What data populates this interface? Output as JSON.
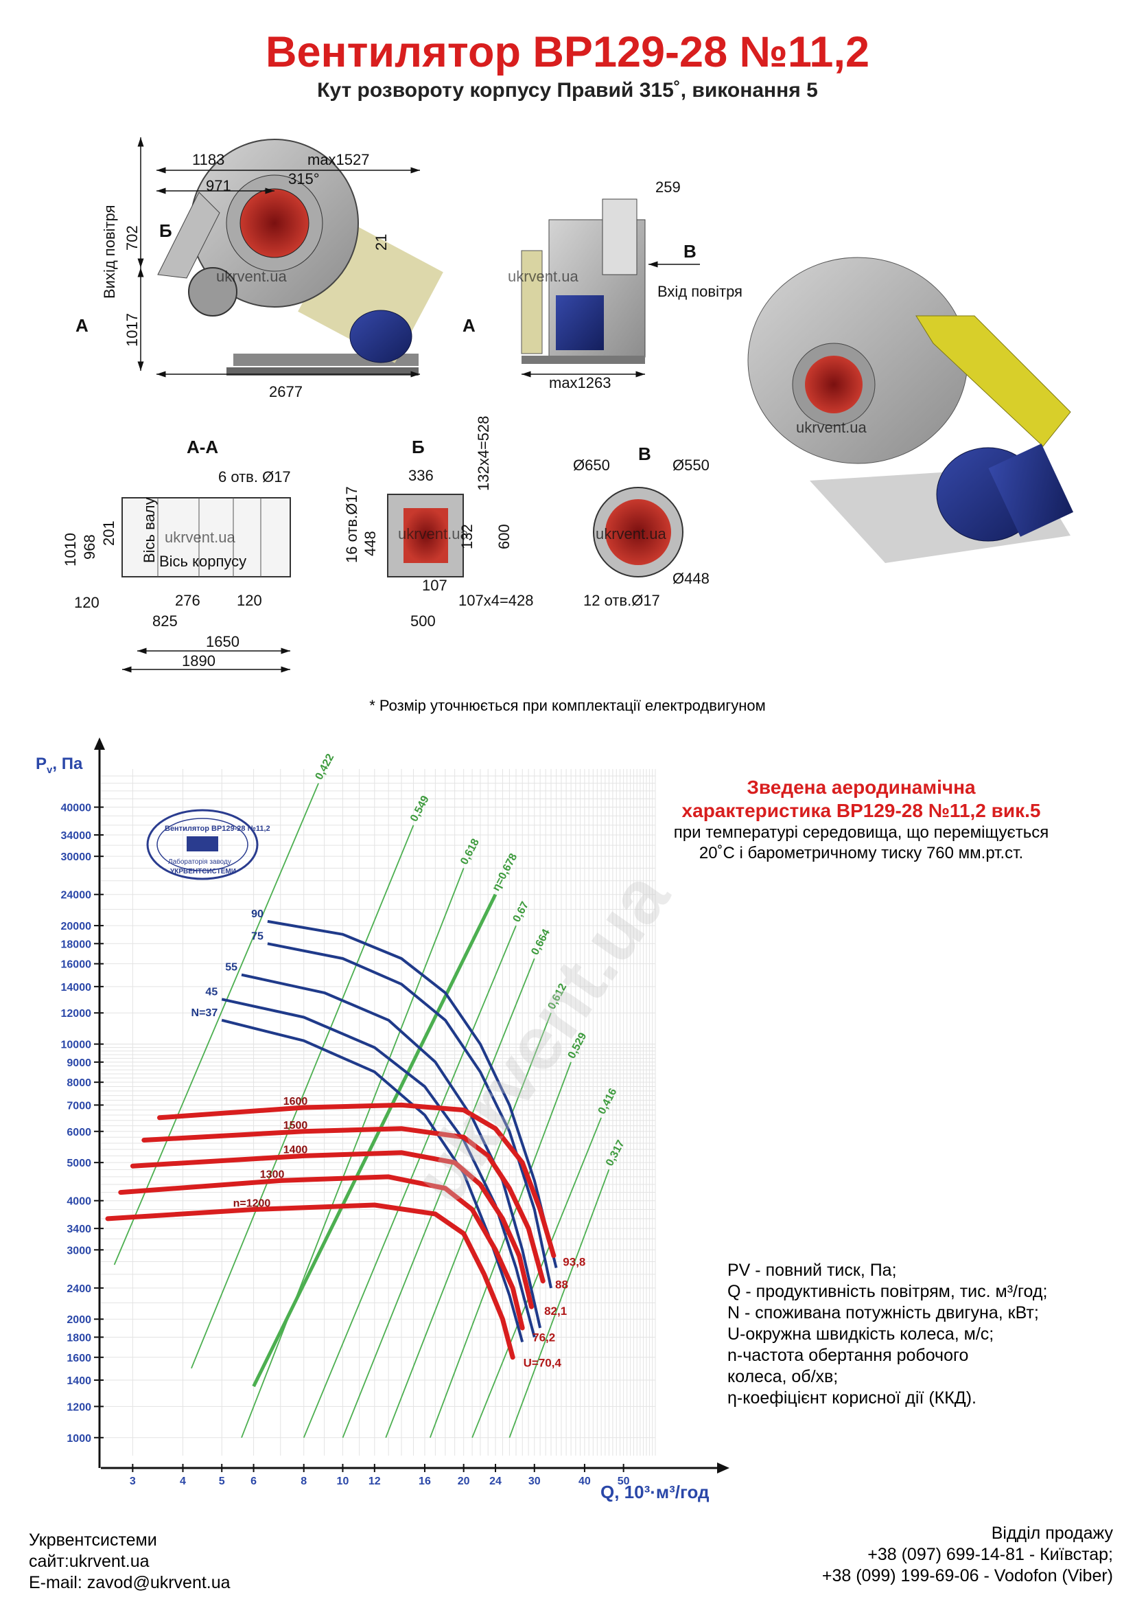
{
  "page": {
    "title": "Вентилятор ВР129-28 №11,2",
    "subtitle": "Кут розвороту корпусу Правий 315˚, виконання 5",
    "note": "* Розмір уточнюється при комплектації електродвигуном"
  },
  "drawings": {
    "front": {
      "dims": [
        "1183",
        "max1527",
        "971",
        "315°",
        "702",
        "21",
        "1017",
        "2677"
      ],
      "labels": [
        "Б",
        "А",
        "А",
        "Вихід повітря"
      ],
      "watermark": "ukrvent.ua"
    },
    "side": {
      "dims": [
        "259",
        "max1263"
      ],
      "labels": [
        "В",
        "Вхід повітря"
      ],
      "watermark": "ukrvent.ua"
    },
    "section_aa": {
      "title": "А-А",
      "dims": [
        "6 отв. Ø17",
        "1010",
        "968",
        "201",
        "120",
        "276",
        "120",
        "825",
        "1650",
        "1890"
      ],
      "labels": [
        "Вісь валу",
        "Вісь корпусу"
      ],
      "watermark": "ukrvent.ua"
    },
    "view_b": {
      "title": "Б",
      "dims": [
        "336",
        "132x4=528",
        "16 отв.Ø17",
        "448",
        "132",
        "600",
        "107",
        "107x4=428",
        "500"
      ],
      "watermark": "ukrvent.ua"
    },
    "view_v": {
      "title": "В",
      "dims": [
        "Ø650",
        "Ø550",
        "Ø448",
        "12 отв.Ø17"
      ],
      "watermark": "ukrvent.ua"
    },
    "render3d": {
      "watermark": "ukrvent.ua"
    }
  },
  "summary": {
    "heading": [
      "Зведена аеродинамічна",
      "характеристика ВР129-28 №11,2 вик.5"
    ],
    "text": [
      "при температурі середовища, що переміщується",
      "20˚С і барометричному тиску 760 мм.рт.ст."
    ]
  },
  "legend": [
    "PV - повний тиск, Па;",
    "Q - продуктивність повітрям, тис. м³/год;",
    "N - споживана потужність двигуна, кВт;",
    "U-окружна швидкість колеса, м/с;",
    "n-частота обертання робочого",
    "колеса, об/хв;",
    "η-коефіцієнт корисної дії (ККД)."
  ],
  "footer": {
    "left": [
      "Укрвентсистеми",
      "сайт:ukrvent.ua",
      "E-mail: zavod@ukrvent.ua"
    ],
    "right": [
      "Відділ продажу",
      "+38 (097) 699-14-81 - Київстар;",
      "+38 (099) 199-69-06 - Vodofon (Viber)"
    ]
  },
  "stamp": {
    "lines": [
      "Вентилятор ВР129-28 №11,2",
      "Лабораторія заводу",
      "УКРВЕНТСИСТЕМИ"
    ]
  },
  "chart_data": {
    "type": "line",
    "xlabel": "Q, 10³·м³/год",
    "ylabel": "P",
    "ylabel_sub": "v",
    "ylabel_rest": ", Па",
    "scale": "log-log",
    "xlim": [
      2.5,
      60
    ],
    "ylim": [
      900,
      50000
    ],
    "x_ticks": [
      3,
      4,
      5,
      6,
      8,
      10,
      12,
      16,
      20,
      24,
      30,
      40,
      50
    ],
    "y_ticks": [
      1000,
      1200,
      1400,
      1600,
      1800,
      2000,
      2400,
      3000,
      3400,
      4000,
      5000,
      6000,
      7000,
      8000,
      9000,
      10000,
      12000,
      14000,
      16000,
      18000,
      20000,
      24000,
      30000,
      34000,
      40000
    ],
    "efficiency_lines": [
      {
        "label": "0,422",
        "points": [
          [
            2.7,
            2750
          ],
          [
            8.7,
            46000
          ]
        ]
      },
      {
        "label": "0,549",
        "points": [
          [
            4.2,
            1500
          ],
          [
            15.0,
            36000
          ]
        ]
      },
      {
        "label": "0,618",
        "points": [
          [
            5.6,
            1000
          ],
          [
            20.0,
            28000
          ]
        ]
      },
      {
        "label": "η=0,678",
        "points": [
          [
            6.0,
            1350
          ],
          [
            24.0,
            24000
          ]
        ]
      },
      {
        "label": "0,67",
        "points": [
          [
            8.0,
            1000
          ],
          [
            27.0,
            20000
          ]
        ]
      },
      {
        "label": "0,664",
        "points": [
          [
            10.0,
            1000
          ],
          [
            30.0,
            16500
          ]
        ]
      },
      {
        "label": "0,612",
        "points": [
          [
            12.8,
            1000
          ],
          [
            33.0,
            12000
          ]
        ]
      },
      {
        "label": "0,529",
        "points": [
          [
            16.5,
            1000
          ],
          [
            37.0,
            9000
          ]
        ]
      },
      {
        "label": "0,416",
        "points": [
          [
            21.0,
            1000
          ],
          [
            44.0,
            6500
          ]
        ]
      },
      {
        "label": "0,317",
        "points": [
          [
            26.0,
            1000
          ],
          [
            46.0,
            4800
          ]
        ]
      }
    ],
    "power_curves": [
      {
        "label": "90",
        "points": [
          [
            6.5,
            20500
          ],
          [
            10.0,
            19000
          ],
          [
            14.0,
            16500
          ],
          [
            18.0,
            13500
          ],
          [
            22.0,
            10000
          ],
          [
            26.0,
            7000
          ],
          [
            30.0,
            4500
          ],
          [
            34.0,
            2700
          ]
        ]
      },
      {
        "label": "75",
        "points": [
          [
            6.5,
            18000
          ],
          [
            10.0,
            16500
          ],
          [
            14.0,
            14200
          ],
          [
            18.0,
            11500
          ],
          [
            22.0,
            8500
          ],
          [
            26.0,
            6000
          ],
          [
            30.0,
            3800
          ],
          [
            33.0,
            2400
          ]
        ]
      },
      {
        "label": "55",
        "points": [
          [
            5.6,
            15000
          ],
          [
            9.0,
            13500
          ],
          [
            13.0,
            11500
          ],
          [
            17.0,
            9000
          ],
          [
            21.0,
            6500
          ],
          [
            25.0,
            4500
          ],
          [
            28.0,
            3000
          ],
          [
            31.0,
            1900
          ]
        ]
      },
      {
        "label": "45",
        "points": [
          [
            5.0,
            13000
          ],
          [
            8.0,
            11700
          ],
          [
            12.0,
            9800
          ],
          [
            16.0,
            7800
          ],
          [
            20.0,
            5700
          ],
          [
            24.0,
            3900
          ],
          [
            27.0,
            2700
          ],
          [
            30.0,
            1800
          ]
        ]
      },
      {
        "label": "N=37",
        "points": [
          [
            5.0,
            11500
          ],
          [
            8.0,
            10200
          ],
          [
            12.0,
            8500
          ],
          [
            16.0,
            6600
          ],
          [
            20.0,
            4700
          ],
          [
            23.0,
            3300
          ],
          [
            26.0,
            2300
          ],
          [
            28.0,
            1750
          ]
        ]
      }
    ],
    "speed_curves": [
      {
        "label": "1600",
        "points": [
          [
            3.5,
            6500
          ],
          [
            8.0,
            6900
          ],
          [
            14.0,
            7000
          ],
          [
            20.0,
            6800
          ],
          [
            24.0,
            6100
          ],
          [
            28.0,
            5000
          ],
          [
            31.0,
            3800
          ],
          [
            33.5,
            2900
          ]
        ]
      },
      {
        "label": "1500",
        "points": [
          [
            3.2,
            5700
          ],
          [
            8.0,
            6000
          ],
          [
            14.0,
            6100
          ],
          [
            20.0,
            5800
          ],
          [
            23.0,
            5200
          ],
          [
            26.0,
            4300
          ],
          [
            29.0,
            3400
          ],
          [
            31.5,
            2500
          ]
        ]
      },
      {
        "label": "1400",
        "points": [
          [
            3.0,
            4900
          ],
          [
            8.0,
            5200
          ],
          [
            14.0,
            5300
          ],
          [
            19.0,
            5000
          ],
          [
            22.0,
            4400
          ],
          [
            25.0,
            3600
          ],
          [
            27.5,
            2900
          ],
          [
            29.5,
            2150
          ]
        ]
      },
      {
        "label": "1300",
        "points": [
          [
            2.8,
            4200
          ],
          [
            7.0,
            4500
          ],
          [
            13.0,
            4600
          ],
          [
            18.0,
            4300
          ],
          [
            21.0,
            3800
          ],
          [
            24.0,
            3000
          ],
          [
            26.5,
            2400
          ],
          [
            28.0,
            1900
          ]
        ]
      },
      {
        "label": "n=1200",
        "points": [
          [
            2.6,
            3600
          ],
          [
            6.0,
            3800
          ],
          [
            12.0,
            3900
          ],
          [
            17.0,
            3700
          ],
          [
            20.0,
            3300
          ],
          [
            22.5,
            2600
          ],
          [
            25.0,
            2000
          ],
          [
            26.5,
            1600
          ]
        ]
      }
    ],
    "velocity_labels": [
      {
        "label": "93,8",
        "x": 34.5,
        "y": 2800
      },
      {
        "label": "88",
        "x": 33.0,
        "y": 2450
      },
      {
        "label": "82,1",
        "x": 31.0,
        "y": 2100
      },
      {
        "label": "76,2",
        "x": 29.0,
        "y": 1800
      },
      {
        "label": "U=70,4",
        "x": 27.5,
        "y": 1550
      }
    ],
    "watermark": "ukrvent.ua"
  }
}
